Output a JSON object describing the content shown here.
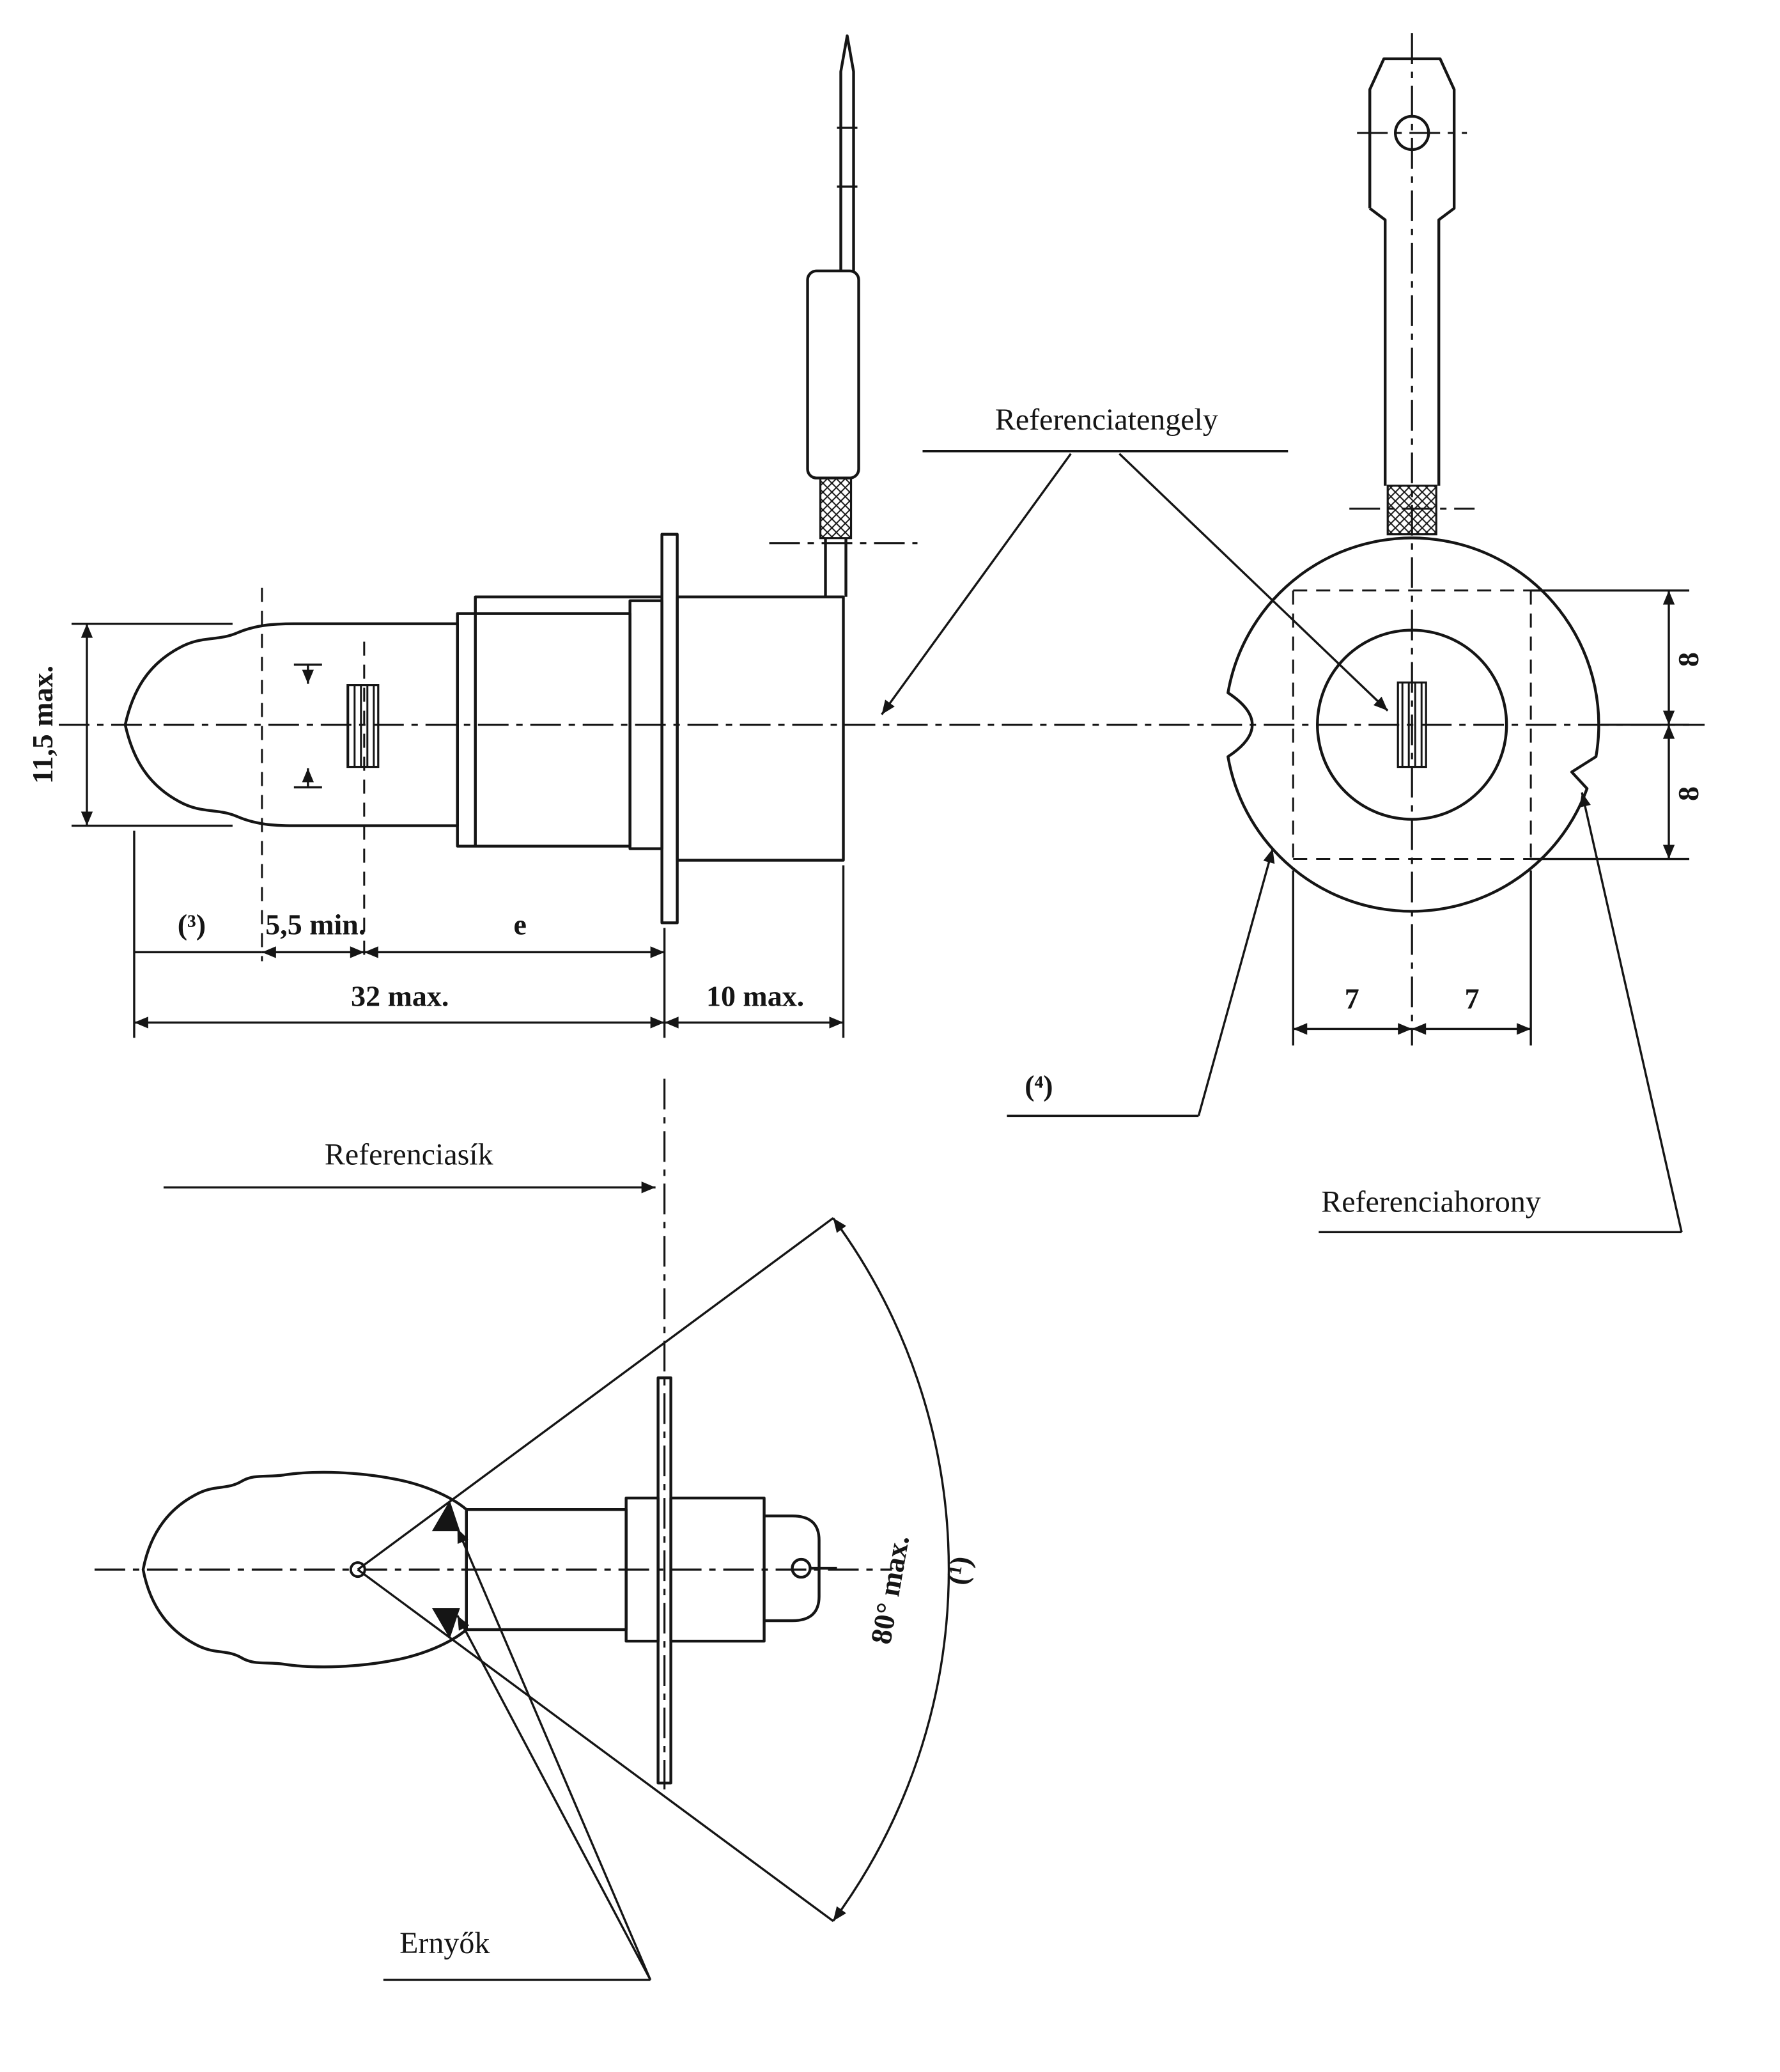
{
  "drawing": {
    "callouts": {
      "reference_axis": "Referenciatengely",
      "reference_plane": "Referenciasík",
      "reference_notch": "Referenciahorony",
      "shields": "Ernyők"
    },
    "side_view_dimensions": {
      "bulb_diameter_max": "11,5 max.",
      "footnote_3": "(³)",
      "min_distance": "5,5 min.",
      "light_center_distance": "e",
      "overall_length_max": "32 max.",
      "base_depth_max": "10 max."
    },
    "end_view_dimensions": {
      "height_upper": "8",
      "height_lower": "8",
      "width_left": "7",
      "width_right": "7",
      "footnote_4": "(⁴)"
    },
    "angle_view_dimensions": {
      "shield_angle_max": "80° max.",
      "footnote_1": "(¹)"
    }
  }
}
